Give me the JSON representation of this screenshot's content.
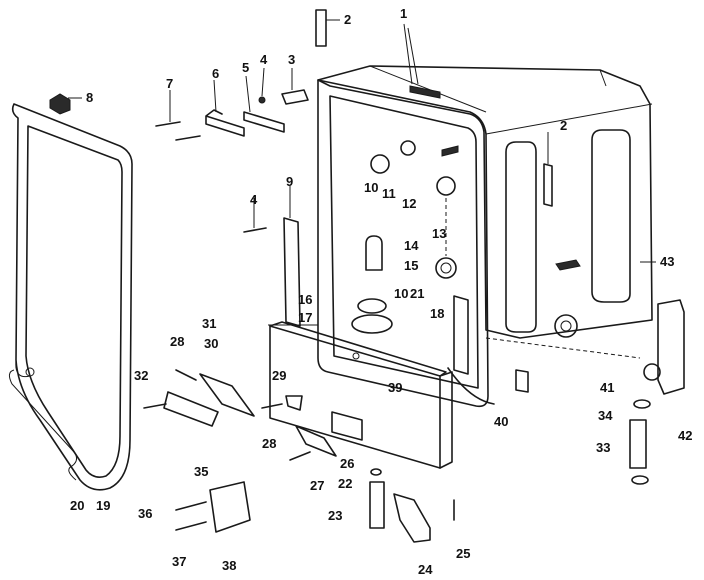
{
  "callouts": [
    {
      "id": "c1",
      "text": "1"
    },
    {
      "id": "c2a",
      "text": "2"
    },
    {
      "id": "c2b",
      "text": "2"
    },
    {
      "id": "c3",
      "text": "3"
    },
    {
      "id": "c4a",
      "text": "4"
    },
    {
      "id": "c4b",
      "text": "4"
    },
    {
      "id": "c5",
      "text": "5"
    },
    {
      "id": "c6",
      "text": "6"
    },
    {
      "id": "c7",
      "text": "7"
    },
    {
      "id": "c8",
      "text": "8"
    },
    {
      "id": "c9",
      "text": "9"
    },
    {
      "id": "c10a",
      "text": "10"
    },
    {
      "id": "c10b",
      "text": "10"
    },
    {
      "id": "c11",
      "text": "11"
    },
    {
      "id": "c12",
      "text": "12"
    },
    {
      "id": "c13",
      "text": "13"
    },
    {
      "id": "c14",
      "text": "14"
    },
    {
      "id": "c15",
      "text": "15"
    },
    {
      "id": "c16",
      "text": "16"
    },
    {
      "id": "c17",
      "text": "17"
    },
    {
      "id": "c18",
      "text": "18"
    },
    {
      "id": "c19",
      "text": "19"
    },
    {
      "id": "c20",
      "text": "20"
    },
    {
      "id": "c21",
      "text": "21"
    },
    {
      "id": "c22",
      "text": "22"
    },
    {
      "id": "c23",
      "text": "23"
    },
    {
      "id": "c24",
      "text": "24"
    },
    {
      "id": "c25",
      "text": "25"
    },
    {
      "id": "c26",
      "text": "26"
    },
    {
      "id": "c27",
      "text": "27"
    },
    {
      "id": "c28a",
      "text": "28"
    },
    {
      "id": "c28b",
      "text": "28"
    },
    {
      "id": "c29",
      "text": "29"
    },
    {
      "id": "c30",
      "text": "30"
    },
    {
      "id": "c31",
      "text": "31"
    },
    {
      "id": "c32",
      "text": "32"
    },
    {
      "id": "c33",
      "text": "33"
    },
    {
      "id": "c34",
      "text": "34"
    },
    {
      "id": "c35",
      "text": "35"
    },
    {
      "id": "c36",
      "text": "36"
    },
    {
      "id": "c37",
      "text": "37"
    },
    {
      "id": "c38",
      "text": "38"
    },
    {
      "id": "c39",
      "text": "39"
    },
    {
      "id": "c40",
      "text": "40"
    },
    {
      "id": "c41",
      "text": "41"
    },
    {
      "id": "c42",
      "text": "42"
    },
    {
      "id": "c43",
      "text": "43"
    }
  ]
}
